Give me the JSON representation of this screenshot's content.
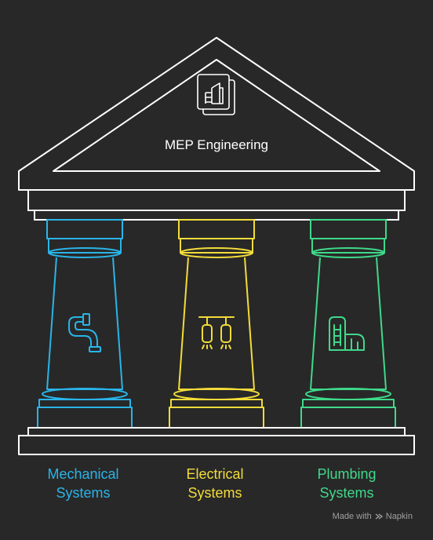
{
  "title": "MEP Engineering",
  "pillars": [
    {
      "line1": "Mechanical",
      "line2": "Systems",
      "color": "#2ab4e8",
      "icon": "pipe-icon"
    },
    {
      "line1": "Electrical",
      "line2": "Systems",
      "color": "#f2dc3a",
      "icon": "light-fixtures-icon"
    },
    {
      "line1": "Plumbing",
      "line2": "Systems",
      "color": "#3fd98a",
      "icon": "building-icon"
    }
  ],
  "watermark": {
    "made_with": "Made with",
    "brand": "Napkin"
  },
  "colors": {
    "background": "#282828",
    "outline": "#ffffff"
  }
}
